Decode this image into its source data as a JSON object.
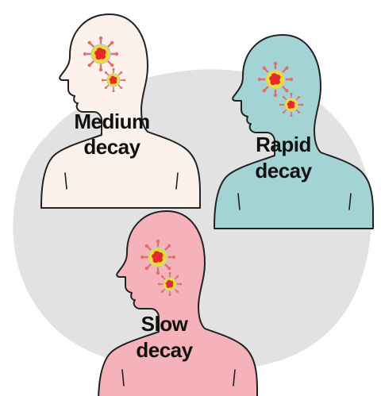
{
  "colors": {
    "background": "#ffffff",
    "backdrop_blob": "#e2e2e2",
    "outline": "#222222",
    "spike": "#e0706a",
    "particle_core": "#e8e030",
    "particle_ring": "#c8c8c8",
    "particle_center": "#e32b2b"
  },
  "figures": [
    {
      "line1": "Medium",
      "line2": "decay",
      "fill": "#fdf1ec"
    },
    {
      "line1": "Rapid",
      "line2": "decay",
      "fill": "#a4d3d6"
    },
    {
      "line1": "Slow",
      "line2": "decay",
      "fill": "#f6b2ba"
    }
  ],
  "icons": {
    "particle": "virus-particle-icon",
    "silhouette": "human-silhouette-icon"
  }
}
